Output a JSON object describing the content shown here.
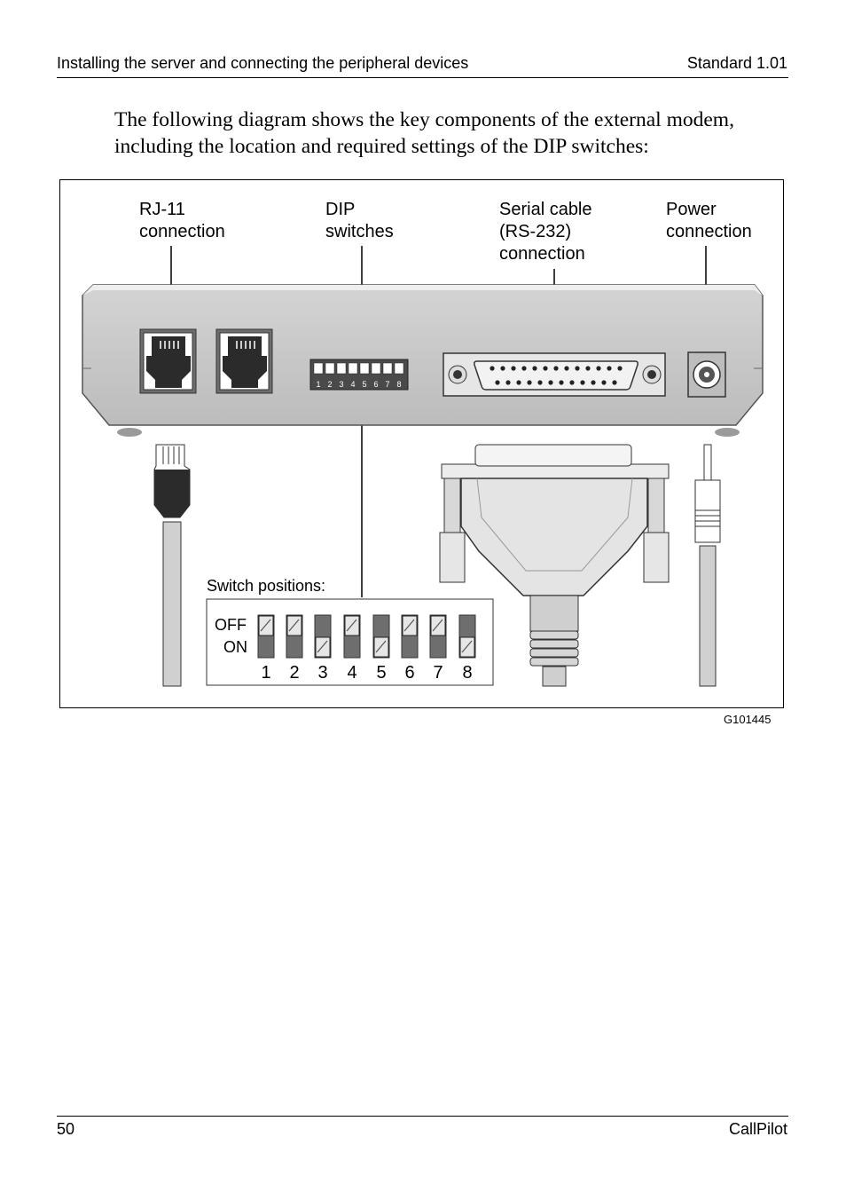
{
  "header": {
    "left": "Installing the server and connecting the peripheral devices",
    "right": "Standard 1.01"
  },
  "intro": "The following diagram shows the key components of the external modem, including the location and required settings of the DIP switches:",
  "figure": {
    "labels": {
      "rj11": [
        "RJ-11",
        "connection"
      ],
      "dip": [
        "DIP",
        "switches"
      ],
      "serial": [
        "Serial cable",
        "(RS-232)",
        "connection"
      ],
      "power": [
        "Power",
        "connection"
      ]
    },
    "device_dip_numbers": [
      "1",
      "2",
      "3",
      "4",
      "5",
      "6",
      "7",
      "8"
    ],
    "switch_positions": {
      "title": "Switch positions:",
      "off_label": "OFF",
      "on_label": "ON",
      "switches": [
        {
          "number": "1",
          "position": "OFF"
        },
        {
          "number": "2",
          "position": "OFF"
        },
        {
          "number": "3",
          "position": "ON"
        },
        {
          "number": "4",
          "position": "OFF"
        },
        {
          "number": "5",
          "position": "ON"
        },
        {
          "number": "6",
          "position": "OFF"
        },
        {
          "number": "7",
          "position": "OFF"
        },
        {
          "number": "8",
          "position": "ON"
        }
      ]
    },
    "figure_id": "G101445"
  },
  "footer": {
    "left": "50",
    "right": "CallPilot"
  }
}
